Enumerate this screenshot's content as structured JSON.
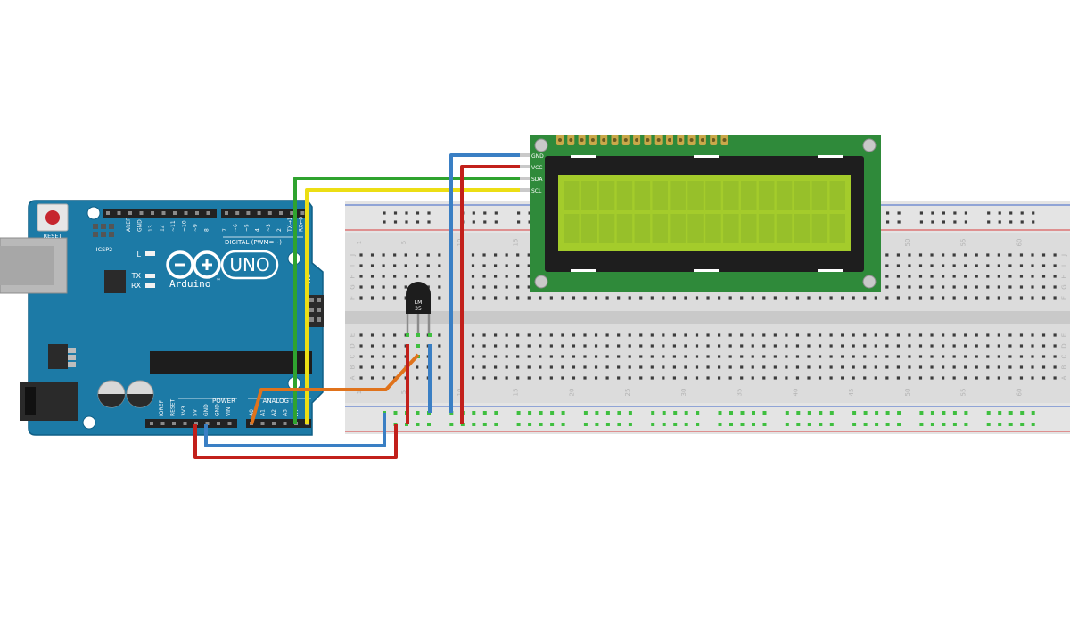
{
  "arduino": {
    "reset_label": "RESET",
    "icsp_label": "ICSP2",
    "led_l": "L",
    "led_tx": "TX",
    "led_rx": "RX",
    "brand": "Arduino",
    "trademark": "™",
    "model": "UNO",
    "on_label": "ON",
    "digital_header": "DIGITAL (PWM=~)",
    "digital_pins": [
      "AREF",
      "GND",
      "13",
      "12",
      "~11",
      "~10",
      "~9",
      "8",
      "7",
      "~6",
      "~5",
      "4",
      "~3",
      "2",
      "TX→1",
      "RX←0"
    ],
    "power_header": "POWER",
    "power_pins": [
      "IOREF",
      "RESET",
      "3V3",
      "5V",
      "GND",
      "GND",
      "VIN"
    ],
    "analog_header": "ANALOG IN",
    "analog_pins": [
      "A0",
      "A1",
      "A2",
      "A3",
      "A4",
      "A5"
    ]
  },
  "breadboard": {
    "column_numbers": [
      "1",
      "5",
      "10",
      "15",
      "20",
      "25",
      "30",
      "35",
      "40",
      "45",
      "50",
      "55",
      "60"
    ],
    "rows_top": [
      "J",
      "I",
      "H",
      "G",
      "F"
    ],
    "rows_bottom": [
      "E",
      "D",
      "C",
      "B",
      "A"
    ]
  },
  "sensor": {
    "label_line1": "LM",
    "label_line2": "35"
  },
  "lcd": {
    "pins": [
      "GND",
      "VCC",
      "SDA",
      "SCL"
    ]
  },
  "wires": [
    {
      "name": "wire-sda",
      "color": "#2fa32f"
    },
    {
      "name": "wire-scl",
      "color": "#ecde14"
    },
    {
      "name": "wire-lcd-gnd",
      "color": "#3a7fc4"
    },
    {
      "name": "wire-lcd-vcc",
      "color": "#c2201b"
    },
    {
      "name": "wire-sensor-out",
      "color": "#e0731c"
    },
    {
      "name": "wire-arduino-5v",
      "color": "#c2201b"
    },
    {
      "name": "wire-arduino-gnd",
      "color": "#3a7fc4"
    }
  ]
}
